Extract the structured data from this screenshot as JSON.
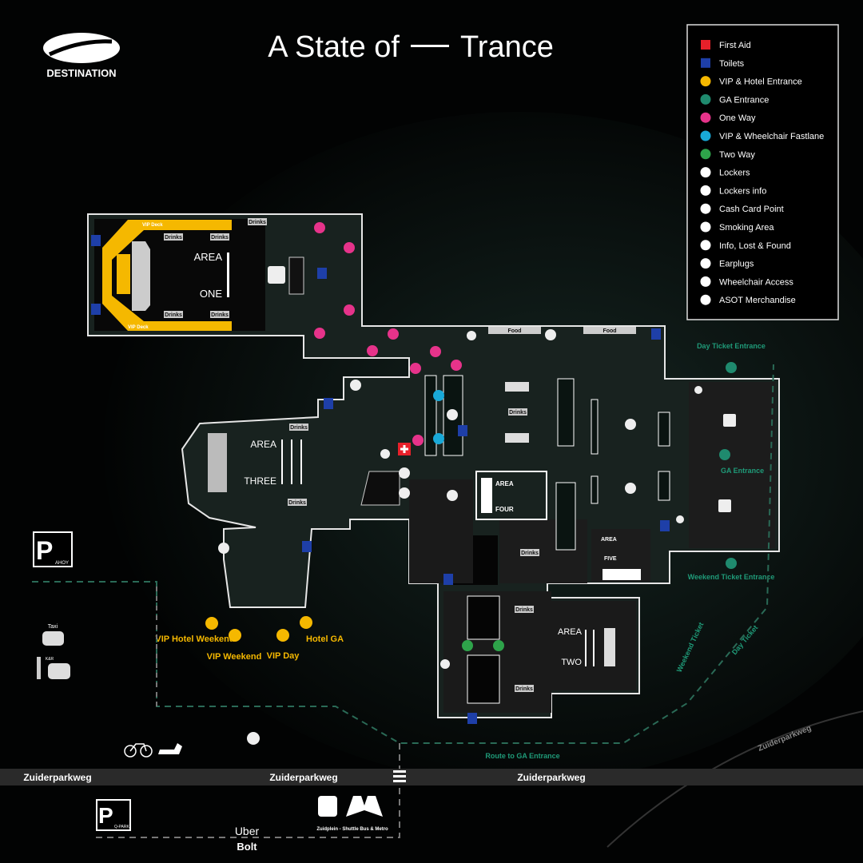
{
  "header": {
    "brand": "DESTINATION",
    "title_left": "A State of",
    "title_right": "Trance"
  },
  "legend": [
    {
      "label": "First Aid",
      "icon": "first-aid-icon",
      "color": "#e8202a"
    },
    {
      "label": "Toilets",
      "icon": "toilets-icon",
      "color": "#1e3fa8"
    },
    {
      "label": "VIP & Hotel Entrance",
      "icon": "arrow-down-icon",
      "color": "#f5b800"
    },
    {
      "label": "GA Entrance",
      "icon": "arrow-down-icon",
      "color": "#1f8a6e"
    },
    {
      "label": "One Way",
      "icon": "arrow-right-icon",
      "color": "#e6338a"
    },
    {
      "label": "VIP & Wheelchair Fastlane",
      "icon": "arrow-right-icon",
      "color": "#19a9d8"
    },
    {
      "label": "Two Way",
      "icon": "two-way-icon",
      "color": "#2ea34a"
    },
    {
      "label": "Lockers",
      "icon": "key-icon",
      "color": "#ffffff"
    },
    {
      "label": "Lockers info",
      "icon": "lock-info-icon",
      "color": "#ffffff"
    },
    {
      "label": "Cash Card Point",
      "icon": "euro-icon",
      "color": "#ffffff"
    },
    {
      "label": "Smoking Area",
      "icon": "smoking-icon",
      "color": "#ffffff"
    },
    {
      "label": "Info, Lost & Found",
      "icon": "info-icon",
      "color": "#ffffff"
    },
    {
      "label": "Earplugs",
      "icon": "ear-icon",
      "color": "#ffffff"
    },
    {
      "label": "Wheelchair Access",
      "icon": "wheelchair-icon",
      "color": "#ffffff"
    },
    {
      "label": "ASOT Merchandise",
      "icon": "shirt-icon",
      "color": "#ffffff"
    }
  ],
  "areas": {
    "one": {
      "word": "AREA",
      "name": "ONE"
    },
    "two": {
      "word": "AREA",
      "name": "TWO"
    },
    "three": {
      "word": "AREA",
      "name": "THREE"
    },
    "four": {
      "word": "AREA",
      "name": "FOUR"
    },
    "five": {
      "word": "AREA",
      "name": "FIVE"
    }
  },
  "tags": {
    "drinks": "Drinks",
    "food": "Food",
    "vip_deck": "VIP Deck"
  },
  "entrances": {
    "day_ticket": "Day Ticket Entrance",
    "ga": "GA Entrance",
    "weekend_ticket": "Weekend Ticket Entrance",
    "vip_hotel_weekend": "VIP Hotel Weekend",
    "vip_weekend": "VIP Weekend",
    "vip_day": "VIP Day",
    "hotel_ga": "Hotel GA"
  },
  "surroundings": {
    "parking_ahoy": "AHOY",
    "parking_letter": "P",
    "qpark": "Q-PARK",
    "taxi": "Taxi",
    "kiss_ride": "K&R",
    "street": "Zuiderparkweg",
    "route_ga": "Route to GA Entrance",
    "weekend_ticket_path": "Weekend Ticket",
    "day_ticket_path": "Day Ticket",
    "uber": "Uber",
    "bolt": "Bolt",
    "shuttle": "Zuidplein - Shuttle Bus & Metro"
  }
}
